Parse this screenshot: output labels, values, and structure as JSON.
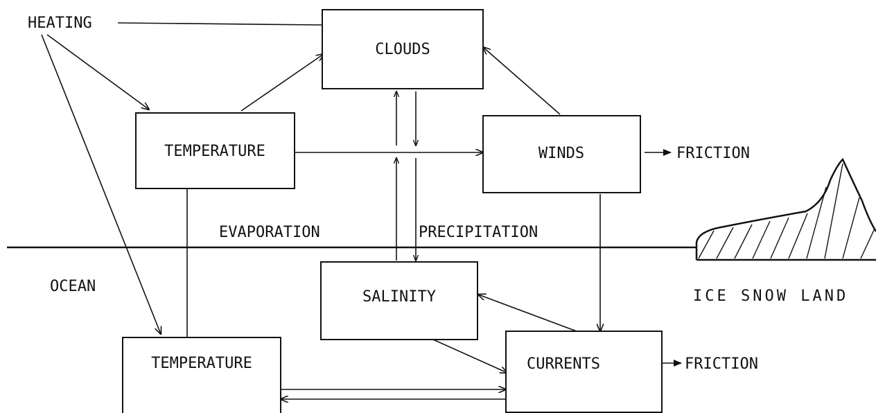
{
  "boxes": {
    "clouds": "CLOUDS",
    "temperature_atm": "TEMPERATURE",
    "winds": "WINDS",
    "salinity": "SALINITY",
    "temperature_ocean": "TEMPERATURE",
    "currents": "CURRENTS"
  },
  "labels": {
    "heating": "HEATING",
    "friction_winds": "FRICTION",
    "friction_currents": "FRICTION",
    "evaporation": "EVAPORATION",
    "precipitation": "PRECIPITATION",
    "ocean": "OCEAN",
    "ice_snow_land": "ICE SNOW LAND"
  }
}
